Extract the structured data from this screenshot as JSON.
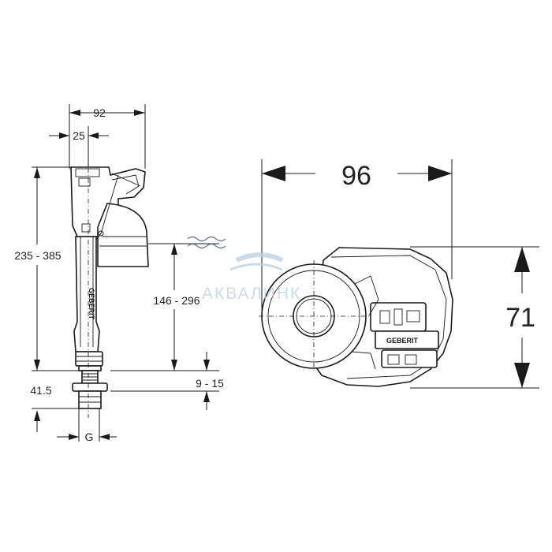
{
  "side_view": {
    "width_total": "92",
    "width_offset": "25",
    "height_range": "235 - 385",
    "water_level_range": "146 - 296",
    "thread_length": "9 - 15",
    "bottom_offset": "41.5",
    "thread_label": "G",
    "brand": "GEBERIT"
  },
  "top_view": {
    "width": "96",
    "depth": "71",
    "brand": "GEBERIT"
  },
  "watermark": {
    "text": "АКВАЛИНК",
    "color": "#b9cfe0"
  }
}
